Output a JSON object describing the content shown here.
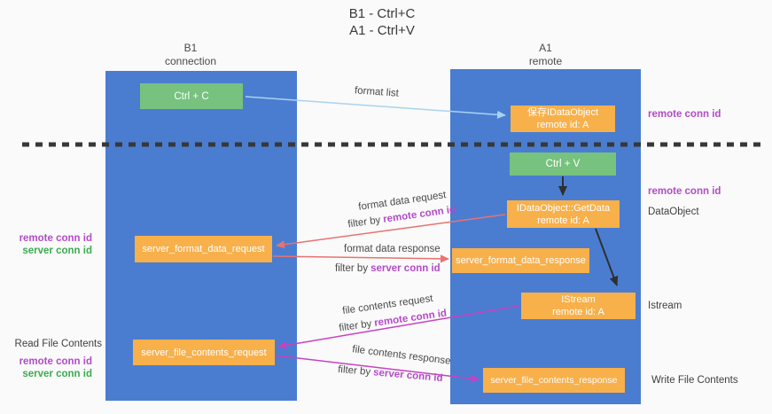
{
  "title": {
    "line1": "B1 - Ctrl+C",
    "line2": "A1 - Ctrl+V"
  },
  "columns": {
    "left": {
      "name": "B1",
      "subtitle": "connection"
    },
    "right": {
      "name": "A1",
      "subtitle": "remote"
    }
  },
  "nodes": {
    "ctrl_c": {
      "label": "Ctrl + C"
    },
    "save_idataobject": {
      "line1": "保存IDataObject",
      "line2": "remote id: A"
    },
    "ctrl_v": {
      "label": "Ctrl + V"
    },
    "getdata": {
      "line1": "IDataObject::GetData",
      "line2": "remote id: A"
    },
    "server_format_data_request": {
      "label": "server_format_data_request"
    },
    "server_format_data_response": {
      "label": "server_format_data_response"
    },
    "istream": {
      "line1": "IStream",
      "line2": "remote id: A"
    },
    "server_file_contents_request": {
      "label": "server_file_contents_request"
    },
    "server_file_contents_response": {
      "label": "server_file_contents_response"
    }
  },
  "right_labels": {
    "remote_conn_id_top": "remote conn id",
    "remote_conn_id_mid": "remote conn id",
    "dataobject": "DataObject",
    "istream": "Istream",
    "write_file_contents": "Write File Contents"
  },
  "left_labels": {
    "remote_conn_id_top": "remote conn id",
    "server_conn_id_top": "server conn id",
    "read_file_contents": "Read File Contents",
    "remote_conn_id_bottom": "remote conn id",
    "server_conn_id_bottom": "server conn id"
  },
  "edge_labels": {
    "format_list": "format list",
    "format_data_request": "format data request",
    "format_data_request_filter_prefix": "filter by",
    "format_data_request_filter_id": "remote conn id",
    "format_data_response": "format data response",
    "format_data_response_filter_prefix": "filter by",
    "format_data_response_filter_id": "server conn id",
    "file_contents_request": "file contents request",
    "file_contents_request_filter_prefix": "filter by",
    "file_contents_request_filter_id": "remote conn id",
    "file_contents_response": "file contents response",
    "file_contents_response_filter_prefix": "filter by",
    "file_contents_response_filter_id": "server conn id"
  },
  "colors": {
    "column_blue": "#4a7dd0",
    "box_green": "#76c27e",
    "box_orange": "#f8b04b",
    "arrow_light_blue": "#a8d3f0",
    "arrow_red": "#e8736e",
    "arrow_magenta": "#c841c3",
    "arrow_black": "#2f2f2f",
    "conn_id_purple": "#b24bc8",
    "conn_id_green": "#3caa50",
    "dashed_divider": "#383838"
  }
}
